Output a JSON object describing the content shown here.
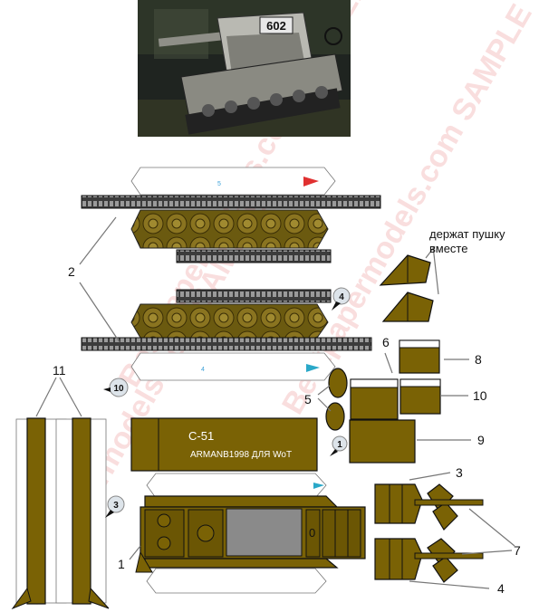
{
  "preview": {
    "turret_number": "602"
  },
  "hull": {
    "title": "С-51",
    "author_line": "ARMANB1998 ДЛЯ WoT"
  },
  "note": {
    "line1": "держат пушку",
    "line2": "вместе"
  },
  "part_numbers": {
    "n1": "1",
    "n2": "2",
    "n3": "3",
    "n3b": "3",
    "n4": "4",
    "n5": "5",
    "n6": "6",
    "n7": "7",
    "n8": "8",
    "n9": "9",
    "n10": "10",
    "n11": "11"
  },
  "badges": {
    "b4": "4",
    "b10": "10",
    "b3": "3",
    "b1": "1"
  },
  "watermark": {
    "text": "Bestpapermodels.com SAMPLE"
  },
  "colors": {
    "olive": "#7a6205",
    "track": "#3a3a3a",
    "watermark": "#f2b8b8"
  }
}
